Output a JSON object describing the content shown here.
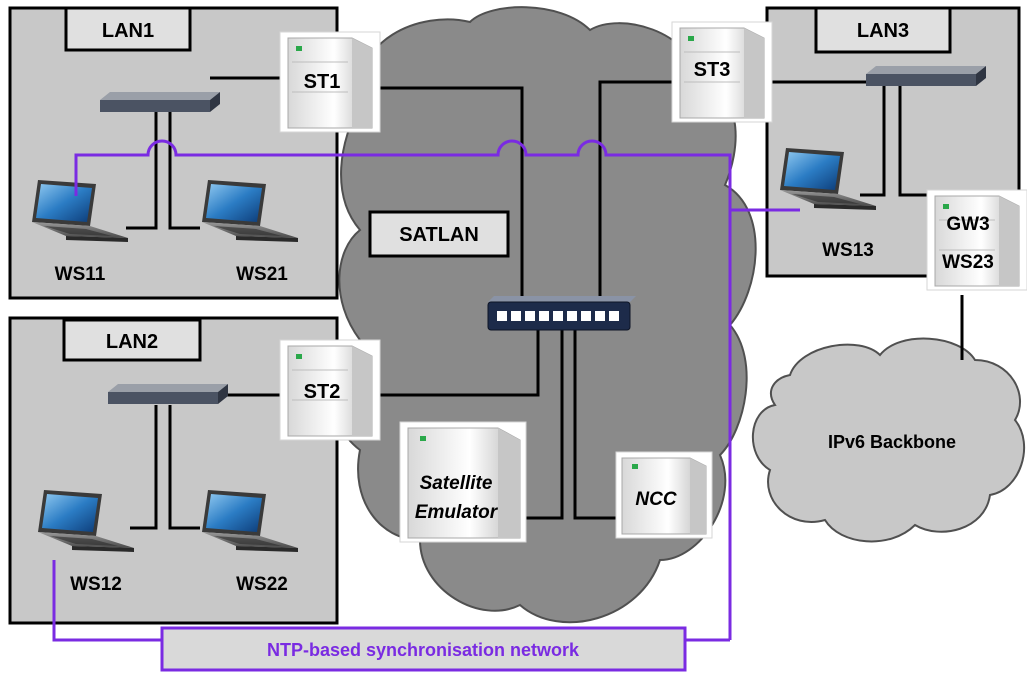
{
  "lans": {
    "lan1": "LAN1",
    "lan2": "LAN2",
    "lan3": "LAN3",
    "satlan": "SATLAN"
  },
  "nodes": {
    "st1": "ST1",
    "st2": "ST2",
    "st3": "ST3",
    "ws11": "WS11",
    "ws21": "WS21",
    "ws12": "WS12",
    "ws22": "WS22",
    "ws13": "WS13",
    "gw3": "GW3",
    "ws23": "WS23",
    "emulator_line1": "Satellite",
    "emulator_line2": "Emulator",
    "ncc": "NCC",
    "backbone": "IPv6 Backbone"
  },
  "sync_network": {
    "label": "NTP-based synchronisation network",
    "color": "#7a2be2"
  },
  "colors": {
    "lan_fill": "#c8c8c8",
    "cloud_fill": "#8a8a8a",
    "backbone_fill": "#c8c8c8",
    "sync_label_fill": "#d9d9d9"
  }
}
